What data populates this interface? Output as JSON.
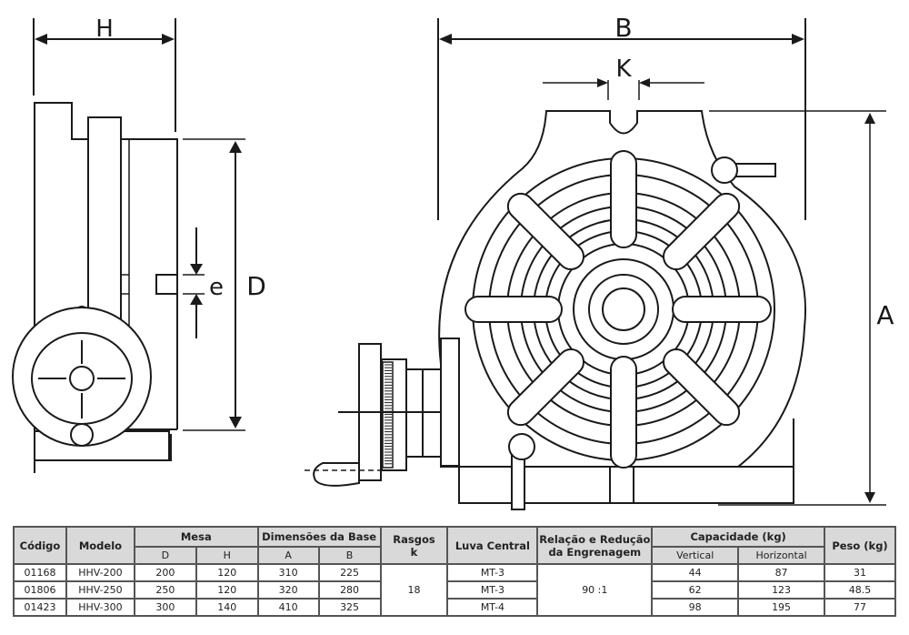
{
  "drawing": {
    "side_view_labels": {
      "H": "H",
      "D": "D",
      "e": "e"
    },
    "front_view_labels": {
      "B": "B",
      "K": "K",
      "A": "A"
    }
  },
  "table": {
    "headers": {
      "codigo": "Código",
      "modelo": "Modelo",
      "mesa": "Mesa",
      "mesa_d": "D",
      "mesa_h": "H",
      "base": "Dimensões da Base",
      "base_a": "A",
      "base_b": "B",
      "rasgos_line1": "Rasgos",
      "rasgos_line2": "k",
      "luva": "Luva Central",
      "relacao_line1": "Relação e Redução",
      "relacao_line2": "da Engrenagem",
      "capacidade": "Capacidade (kg)",
      "cap_vertical": "Vertical",
      "cap_horizontal": "Horizontal",
      "peso": "Peso (kg)"
    },
    "rasgos_k": "18",
    "relacao": "90 :1",
    "rows": [
      {
        "codigo": "01168",
        "modelo": "HHV-200",
        "d": "200",
        "h": "120",
        "a": "310",
        "b": "225",
        "luva": "MT-3",
        "vertical": "44",
        "horizontal": "87",
        "peso": "31"
      },
      {
        "codigo": "01806",
        "modelo": "HHV-250",
        "d": "250",
        "h": "120",
        "a": "320",
        "b": "280",
        "luva": "MT-3",
        "vertical": "62",
        "horizontal": "123",
        "peso": "48.5"
      },
      {
        "codigo": "01423",
        "modelo": "HHV-300",
        "d": "300",
        "h": "140",
        "a": "410",
        "b": "325",
        "luva": "MT-4",
        "vertical": "98",
        "horizontal": "195",
        "peso": "77"
      }
    ]
  }
}
